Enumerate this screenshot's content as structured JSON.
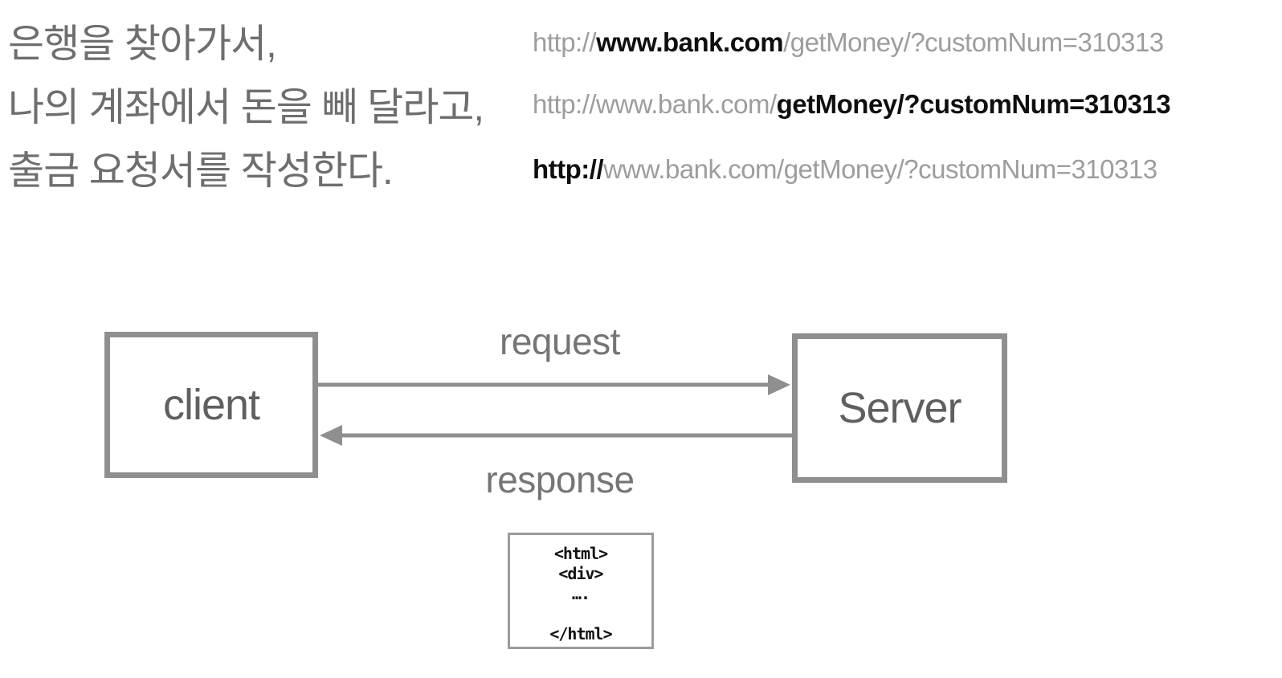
{
  "note": {
    "lines": [
      "은행을 찾아가서,",
      "나의 계좌에서 돈을 빼 달라고,",
      "출금 요청서를 작성한다."
    ]
  },
  "urls": [
    {
      "segments": [
        {
          "text": "http://",
          "bold": false
        },
        {
          "text": "www.bank.com",
          "bold": true
        },
        {
          "text": "/getMoney/?customNum=310313",
          "bold": false
        }
      ]
    },
    {
      "segments": [
        {
          "text": "http://www.bank.com/",
          "bold": false
        },
        {
          "text": "getMoney/?customNum=310313",
          "bold": true
        }
      ]
    },
    {
      "segments": [
        {
          "text": "http://",
          "bold": true
        },
        {
          "text": "www.bank.com/getMoney/?customNum=310313",
          "bold": false
        }
      ]
    }
  ],
  "diagram": {
    "client_label": "client",
    "server_label": "Server",
    "request_label": "request",
    "response_label": "response",
    "code_lines": [
      "<html>",
      "<div>",
      "….",
      "",
      "</html>"
    ]
  },
  "colors": {
    "korean_text": "#6e6e6e",
    "url_gray": "#9d9d9d",
    "url_bold": "#0f0f0f",
    "box_border": "#8f8f8f",
    "box_label": "#5f5f5f",
    "arrow": "#8f8f8f",
    "flow_label": "#757575",
    "code_text": "#111111"
  }
}
